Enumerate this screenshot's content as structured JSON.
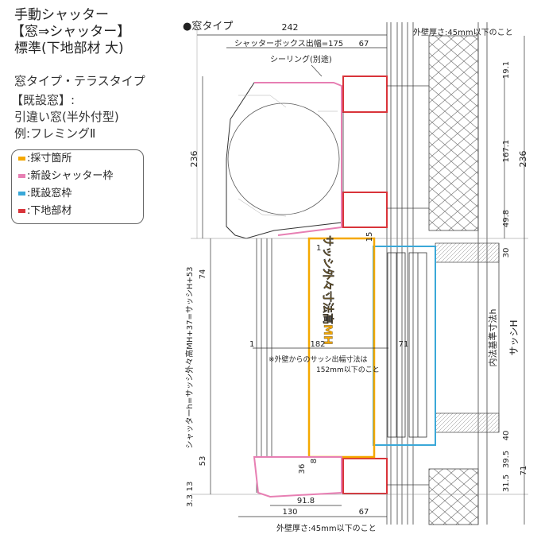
{
  "title": {
    "line1": "手動シャッター",
    "line2": "【窓⇒シャッター】",
    "line3": "標準(下地部材 大)"
  },
  "subtitle": {
    "line1": "窓タイプ・テラスタイプ",
    "line2": "【既設窓】:",
    "line3": "引違い窓(半外付型)",
    "line4": "例:フレミングⅡ"
  },
  "legend": [
    {
      "label": ":採寸箇所",
      "color": "#f5a800"
    },
    {
      "label": ":新設シャッター枠",
      "color": "#e77fb3"
    },
    {
      "label": ":既設窓枠",
      "color": "#3aa8d8"
    },
    {
      "label": ":下地部材",
      "color": "#d9343a"
    }
  ],
  "diagram": {
    "section_label": "●窓タイプ",
    "top_width": "242",
    "box_width_label": "シャッターボックス出幅=175",
    "top_67": "67",
    "sealing": "シーリング(別途)",
    "wall_top": "外壁厚さ:45mm以下のこと",
    "wall_bottom": "外壁厚さ:45mm以下のこと",
    "left_236": "236",
    "right_236": "236",
    "r_19_1": "19.1",
    "r_167_1": "167.1",
    "r_49_8": "49.8",
    "r_30": "30",
    "r_40": "40",
    "r_39_5": "39.5",
    "r_31_5": "31.5",
    "r_71": "71",
    "l_74": "74",
    "l_53": "53",
    "l_3_3": "3.3",
    "l_13": "13",
    "shutter_h": "シャッターh=サッシ外々高MH+37=サッシH+53",
    "measure_label": "サッシ外々寸法高MH",
    "inner_label": "内法基準寸法h",
    "sash_h": "サッシH",
    "d_1a": "1",
    "d_15": "15",
    "d_1b": "1",
    "d_182": "182",
    "d_71": "71",
    "note1": "※外壁からのサッシ出幅寸法は",
    "note2": "152mm以下のこと",
    "d_8": "8",
    "d_36": "36",
    "d_91_8": "91.8",
    "d_130": "130",
    "bottom_67": "67"
  }
}
